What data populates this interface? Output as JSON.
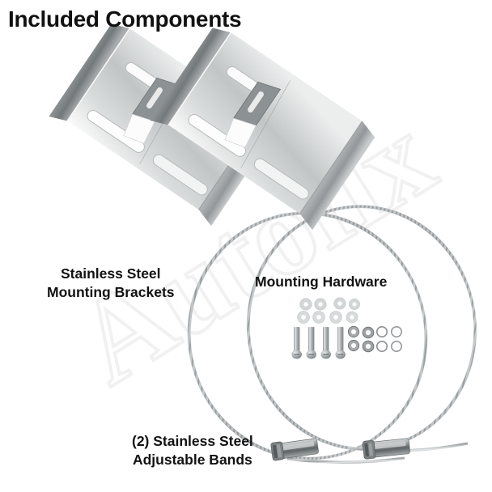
{
  "page": {
    "title": "Included Components",
    "background_color": "#ffffff",
    "text_color": "#121212"
  },
  "watermark": {
    "text": "Autofix",
    "color": "#f1f1f1"
  },
  "captions": {
    "brackets": {
      "line1": "Stainless Steel",
      "line2": "Mounting Brackets"
    },
    "hardware": {
      "line1": "Mounting Hardware"
    },
    "bands": {
      "line1": "(2) Stainless Steel",
      "line2": "Adjustable Bands"
    }
  },
  "components": [
    {
      "name": "mounting-brackets",
      "label": "Stainless Steel Mounting Brackets",
      "quantity": 2,
      "material": "Stainless Steel",
      "shape": "u-channel-with-slots",
      "color": "#b9bcbd"
    },
    {
      "name": "mounting-hardware",
      "label": "Mounting Hardware",
      "parts": [
        {
          "part": "flat-washer",
          "count": 8,
          "color": "#d2d5d6"
        },
        {
          "part": "bolt",
          "count": 4,
          "color": "#a9adaf"
        },
        {
          "part": "hex-nut",
          "count": 4,
          "color": "#9b9fa1"
        },
        {
          "part": "lock-washer",
          "count": 4,
          "color": "#c9cccd"
        }
      ]
    },
    {
      "name": "adjustable-bands",
      "label": "(2) Stainless Steel Adjustable Bands",
      "quantity": 2,
      "material": "Stainless Steel",
      "shape": "worm-gear-clamp-ring",
      "color": "#b4b7b8"
    }
  ]
}
